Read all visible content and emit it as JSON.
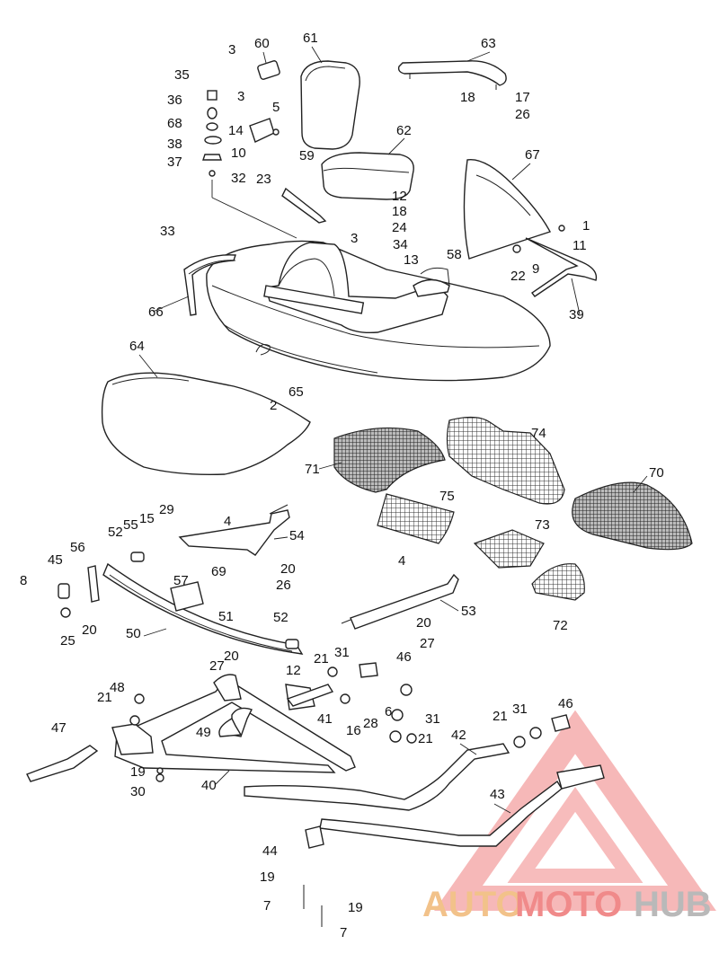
{
  "diagram": {
    "parts": [
      {
        "id": "61",
        "label": "61",
        "name": "backrest"
      },
      {
        "id": "60",
        "label": "60",
        "name": "backrest-bracket"
      },
      {
        "id": "3a",
        "label": "3",
        "name": "screw-top"
      },
      {
        "id": "3b",
        "label": "3",
        "name": "screw-mid"
      },
      {
        "id": "3c",
        "label": "3",
        "name": "screw-low"
      },
      {
        "id": "35",
        "label": "35"
      },
      {
        "id": "36",
        "label": "36"
      },
      {
        "id": "68",
        "label": "68"
      },
      {
        "id": "38",
        "label": "38"
      },
      {
        "id": "37",
        "label": "37"
      },
      {
        "id": "10",
        "label": "10"
      },
      {
        "id": "32",
        "label": "32"
      },
      {
        "id": "14",
        "label": "14"
      },
      {
        "id": "5",
        "label": "5"
      },
      {
        "id": "59",
        "label": "59"
      },
      {
        "id": "23",
        "label": "23"
      },
      {
        "id": "62",
        "label": "62",
        "name": "seat-cushion"
      },
      {
        "id": "12a",
        "label": "12"
      },
      {
        "id": "18a",
        "label": "18"
      },
      {
        "id": "24",
        "label": "24"
      },
      {
        "id": "63",
        "label": "63",
        "name": "grab-rail"
      },
      {
        "id": "18b",
        "label": "18"
      },
      {
        "id": "17",
        "label": "17"
      },
      {
        "id": "26a",
        "label": "26"
      },
      {
        "id": "67",
        "label": "67",
        "name": "windshield"
      },
      {
        "id": "1",
        "label": "1"
      },
      {
        "id": "11",
        "label": "11"
      },
      {
        "id": "9",
        "label": "9"
      },
      {
        "id": "22",
        "label": "22"
      },
      {
        "id": "39",
        "label": "39"
      },
      {
        "id": "33",
        "label": "33"
      },
      {
        "id": "66",
        "label": "66"
      },
      {
        "id": "34",
        "label": "34"
      },
      {
        "id": "13",
        "label": "13"
      },
      {
        "id": "58",
        "label": "58"
      },
      {
        "id": "64",
        "label": "64",
        "name": "floor-cover"
      },
      {
        "id": "65",
        "label": "65"
      },
      {
        "id": "2",
        "label": "2"
      },
      {
        "id": "71",
        "label": "71"
      },
      {
        "id": "74",
        "label": "74"
      },
      {
        "id": "75",
        "label": "75"
      },
      {
        "id": "70",
        "label": "70"
      },
      {
        "id": "73",
        "label": "73"
      },
      {
        "id": "72",
        "label": "72"
      },
      {
        "id": "4a",
        "label": "4"
      },
      {
        "id": "54",
        "label": "54"
      },
      {
        "id": "20a",
        "label": "20"
      },
      {
        "id": "26b",
        "label": "26"
      },
      {
        "id": "29",
        "label": "29"
      },
      {
        "id": "15",
        "label": "15"
      },
      {
        "id": "55",
        "label": "55"
      },
      {
        "id": "52a",
        "label": "52"
      },
      {
        "id": "56",
        "label": "56"
      },
      {
        "id": "45",
        "label": "45"
      },
      {
        "id": "8",
        "label": "8"
      },
      {
        "id": "57",
        "label": "57"
      },
      {
        "id": "69",
        "label": "69"
      },
      {
        "id": "51",
        "label": "51"
      },
      {
        "id": "20b",
        "label": "20"
      },
      {
        "id": "25",
        "label": "25"
      },
      {
        "id": "50",
        "label": "50",
        "name": "leaf-spring"
      },
      {
        "id": "4b",
        "label": "4"
      },
      {
        "id": "53",
        "label": "53"
      },
      {
        "id": "52b",
        "label": "52"
      },
      {
        "id": "20c",
        "label": "20"
      },
      {
        "id": "27a",
        "label": "27"
      },
      {
        "id": "20d",
        "label": "20"
      },
      {
        "id": "27b",
        "label": "27"
      },
      {
        "id": "12b",
        "label": "12"
      },
      {
        "id": "21a",
        "label": "21"
      },
      {
        "id": "31a",
        "label": "31"
      },
      {
        "id": "46a",
        "label": "46"
      },
      {
        "id": "48",
        "label": "48"
      },
      {
        "id": "21b",
        "label": "21"
      },
      {
        "id": "41",
        "label": "41"
      },
      {
        "id": "16",
        "label": "16"
      },
      {
        "id": "28",
        "label": "28"
      },
      {
        "id": "6",
        "label": "6"
      },
      {
        "id": "31b",
        "label": "31"
      },
      {
        "id": "21c",
        "label": "21"
      },
      {
        "id": "47",
        "label": "47"
      },
      {
        "id": "49",
        "label": "49"
      },
      {
        "id": "19a",
        "label": "19"
      },
      {
        "id": "30",
        "label": "30"
      },
      {
        "id": "40",
        "label": "40"
      },
      {
        "id": "42",
        "label": "42"
      },
      {
        "id": "21d",
        "label": "21"
      },
      {
        "id": "31c",
        "label": "31"
      },
      {
        "id": "46b",
        "label": "46"
      },
      {
        "id": "43",
        "label": "43"
      },
      {
        "id": "44",
        "label": "44"
      },
      {
        "id": "19b",
        "label": "19"
      },
      {
        "id": "7a",
        "label": "7"
      },
      {
        "id": "19c",
        "label": "19"
      },
      {
        "id": "7b",
        "label": "7"
      }
    ]
  },
  "watermark": {
    "auto": "AUTO",
    "moto": "MOTO",
    "hub": "HUB",
    "colors": {
      "auto": "#f2c28a",
      "moto": "#f08a8a",
      "hub": "#b9b9b9",
      "logo": "#f3a0a0"
    }
  }
}
